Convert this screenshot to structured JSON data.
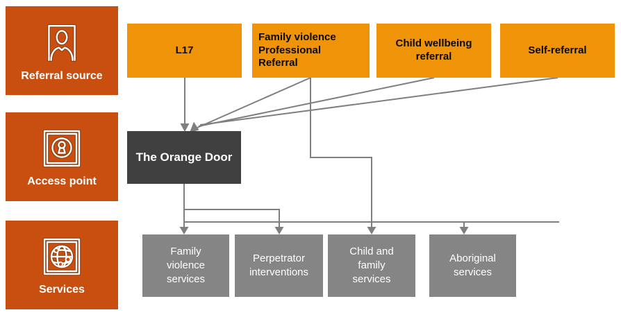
{
  "colors": {
    "category-box": "#C94F11",
    "referral-box": "#EF9309",
    "access-box": "#404040",
    "service-box": "#858585",
    "connector": "#7F7F7F",
    "dark-text": "#0A0A0A",
    "light-text": "#FFFFFF"
  },
  "categories": {
    "items": [
      {
        "label": "Referral source",
        "icon": "door-person-icon"
      },
      {
        "label": "Access point",
        "icon": "keyhole-icon"
      },
      {
        "label": "Services",
        "icon": "globe-icon"
      }
    ]
  },
  "referral_sources": {
    "items": [
      {
        "label": "L17"
      },
      {
        "label": "Family violence\nProfessional\nReferral"
      },
      {
        "label": "Child wellbeing\nreferral"
      },
      {
        "label": "Self-referral"
      }
    ]
  },
  "access_point": {
    "label": "The Orange Door"
  },
  "services": {
    "items": [
      {
        "label": "Family\nviolence\nservices"
      },
      {
        "label": "Perpetrator\ninterventions"
      },
      {
        "label": "Child and\nfamily\nservices"
      },
      {
        "label": "Aboriginal\nservices"
      }
    ]
  },
  "connections": [
    {
      "from": "L17",
      "to": "The Orange Door"
    },
    {
      "from": "Family violence Professional Referral",
      "to": "The Orange Door"
    },
    {
      "from": "Child wellbeing referral",
      "to": "The Orange Door"
    },
    {
      "from": "Self-referral",
      "to": "The Orange Door"
    },
    {
      "from": "Family violence Professional Referral",
      "to": "Child and family services"
    },
    {
      "from": "The Orange Door",
      "to": "Family violence services"
    },
    {
      "from": "The Orange Door",
      "to": "Perpetrator interventions"
    },
    {
      "from": "The Orange Door",
      "to": "Child and family services"
    },
    {
      "from": "The Orange Door",
      "to": "Aboriginal services"
    }
  ]
}
